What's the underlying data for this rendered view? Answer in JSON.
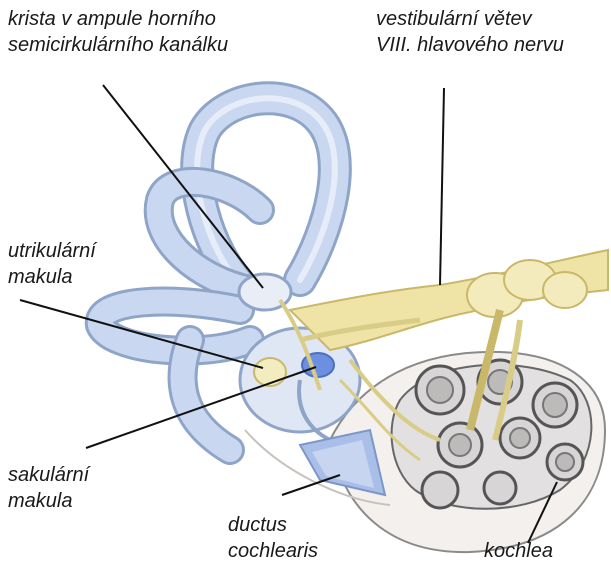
{
  "labels": {
    "krista_line1": "krista v ampule horního",
    "krista_line2": "semicirkulárního kanálku",
    "vestibular_line1": "vestibulární větev",
    "vestibular_line2": "VIII. hlavového nervu",
    "utrikularni_line1": "utrikulární",
    "utrikularni_line2": "makula",
    "sakularni_line1": "sakulární",
    "sakularni_line2": "makula",
    "ductus_line1": "ductus",
    "ductus_line2": "cochlearis",
    "kochlea": "kochlea"
  },
  "colors": {
    "canal_fill": "#c9d8f0",
    "canal_stroke": "#8fa5c8",
    "nerve_fill": "#efe4a6",
    "nerve_stroke": "#c9b86a",
    "cochlea_stroke": "#555555",
    "macula_blue": "#6d8fe0",
    "leader_line": "#111111"
  }
}
